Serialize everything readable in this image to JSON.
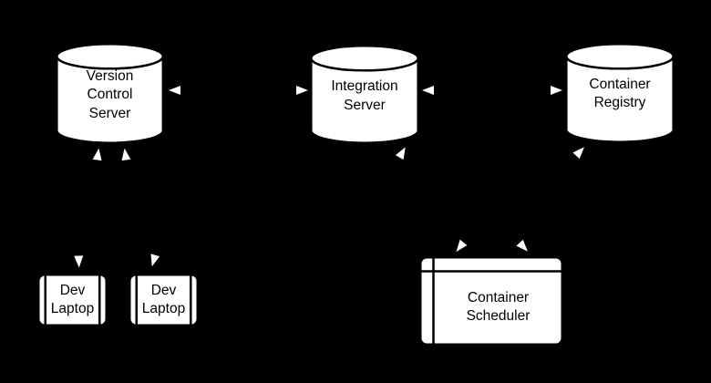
{
  "diagram": {
    "colors": {
      "background": "#000000",
      "node_fill": "#ffffff",
      "node_stroke": "#000000",
      "text": "#000000",
      "arrowhead": "#ffffff"
    },
    "nodes": {
      "version_control_server": {
        "label": "Version Control Server",
        "shape": "cylinder"
      },
      "integration_server": {
        "label": "Integration Server",
        "shape": "cylinder"
      },
      "container_registry": {
        "label": "Container Registry",
        "shape": "cylinder"
      },
      "dev_laptop_1": {
        "label": "Dev Laptop",
        "shape": "process-box"
      },
      "dev_laptop_2": {
        "label": "Dev Laptop",
        "shape": "process-box"
      },
      "container_scheduler": {
        "label": "Container Scheduler",
        "shape": "card"
      }
    },
    "connections": [
      {
        "from": "dev_laptop_1",
        "to": "version_control_server",
        "bidirectional": true
      },
      {
        "from": "dev_laptop_2",
        "to": "version_control_server",
        "bidirectional": true
      },
      {
        "from": "version_control_server",
        "to": "integration_server",
        "bidirectional": true
      },
      {
        "from": "integration_server",
        "to": "container_registry",
        "bidirectional": true
      },
      {
        "from": "integration_server",
        "to": "container_scheduler",
        "bidirectional": true
      },
      {
        "from": "container_registry",
        "to": "container_scheduler",
        "bidirectional": true
      }
    ]
  }
}
